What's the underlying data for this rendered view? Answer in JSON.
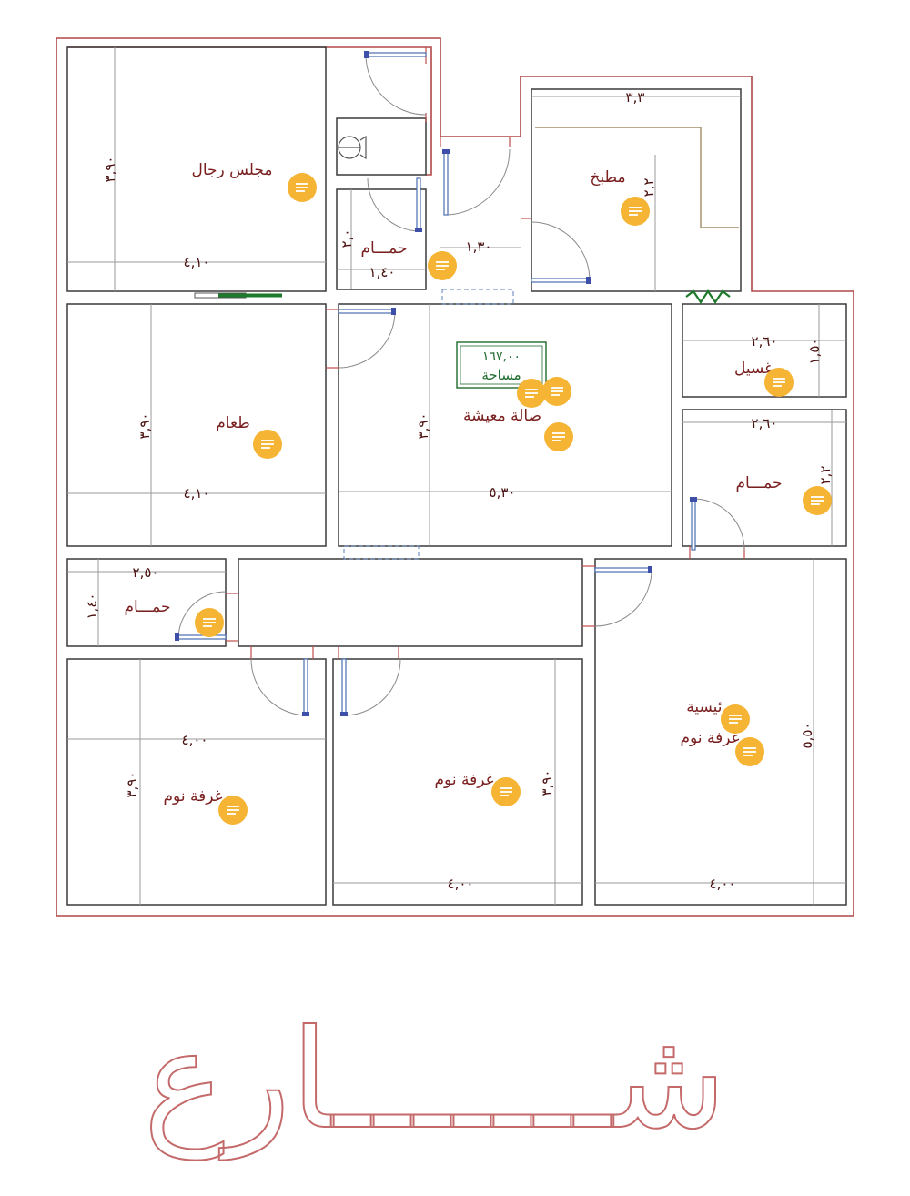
{
  "rooms": {
    "majlis": "مجلس رجال",
    "bath_top": "حمـــام",
    "kitchen": "مطبخ",
    "laundry": "غسيل",
    "dining": "طعام",
    "living": "صالة معيشة",
    "bath_right": "حمـــام",
    "bath_left": "حمـــام",
    "bedroom_left": "غرفة نوم",
    "bedroom_mid": "غرفة نوم",
    "master_line1": "رئيسية",
    "master_line2": "غرفة نوم"
  },
  "area": {
    "value": "١٦٧,٠٠",
    "label": "مساحة"
  },
  "dimensions": {
    "majlis_w": "٤,١٠",
    "majlis_h": "٣,٩٠",
    "bath_top_w": "١,٤٠",
    "bath_top_h": "٢,٠",
    "corridor_w": "١,٣٠",
    "kitchen_w": "٣,٣",
    "kitchen_h": "٢,٢",
    "laundry_w": "٢,٦٠",
    "laundry_h": "١,٥٠",
    "dining_w": "٤,١٠",
    "dining_h": "٣,٩٠",
    "living_w": "٥,٣٠",
    "living_h": "٣,٩٠",
    "bath_right_w": "٢,٦٠",
    "bath_right_h": "٢,٢",
    "bath_left_w": "٢,٥٠",
    "bath_left_h": "١,٤٠",
    "bed_left_w": "٤,٠٠",
    "bed_left_h": "٣,٩٠",
    "bed_mid_w": "٤,٠٠",
    "bed_mid_h": "٣,٩٠",
    "master_w": "٤,٠٠",
    "master_h": "٥,٥٠"
  },
  "street": "شـــــــارع",
  "colors": {
    "wall": "#b04848",
    "dim_line": "#9a9a9a",
    "marker": "#f5b433",
    "area_box": "#1f6b2e"
  }
}
